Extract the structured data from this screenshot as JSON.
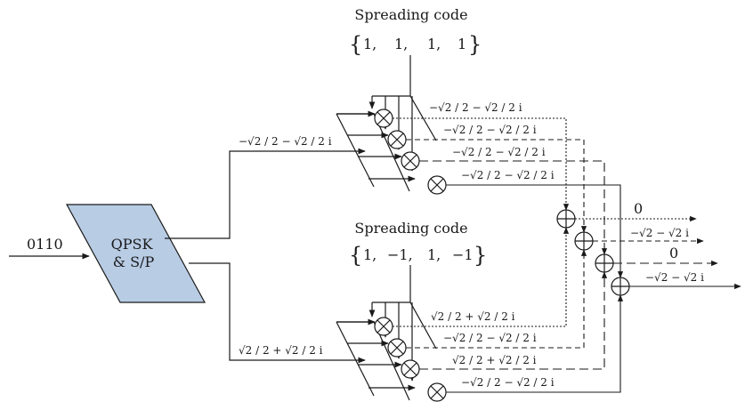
{
  "input_bits": "0110",
  "qpsk_block": {
    "line1": "QPSK",
    "line2": "& S/P",
    "fill": "#b8cce4"
  },
  "top_branch": {
    "spreading_label": "Spreading code",
    "code": [
      "1,",
      "1,",
      "1,",
      "1"
    ],
    "input_symbol": "−√2 / 2 − √2 / 2 i",
    "outputs": [
      "−√2 / 2 − √2 / 2 i",
      "−√2 / 2 − √2 / 2 i",
      "−√2 / 2 − √2 / 2 i",
      "−√2 / 2 − √2 / 2 i"
    ]
  },
  "bottom_branch": {
    "spreading_label": "Spreading code",
    "code": [
      "1,",
      "−1,",
      "1,",
      "−1"
    ],
    "input_symbol": "√2 / 2 + √2 / 2 i",
    "outputs": [
      "√2 / 2 + √2 / 2 i",
      "−√2 / 2 − √2 / 2 i",
      "√2 / 2 + √2 / 2 i",
      "−√2 / 2 − √2 / 2 i"
    ]
  },
  "sums": [
    "0",
    "−√2 − √2 i",
    "0",
    "−√2 − √2 i"
  ],
  "colors": {
    "line": "#1a1a1a",
    "block_fill": "#b8cce4"
  }
}
